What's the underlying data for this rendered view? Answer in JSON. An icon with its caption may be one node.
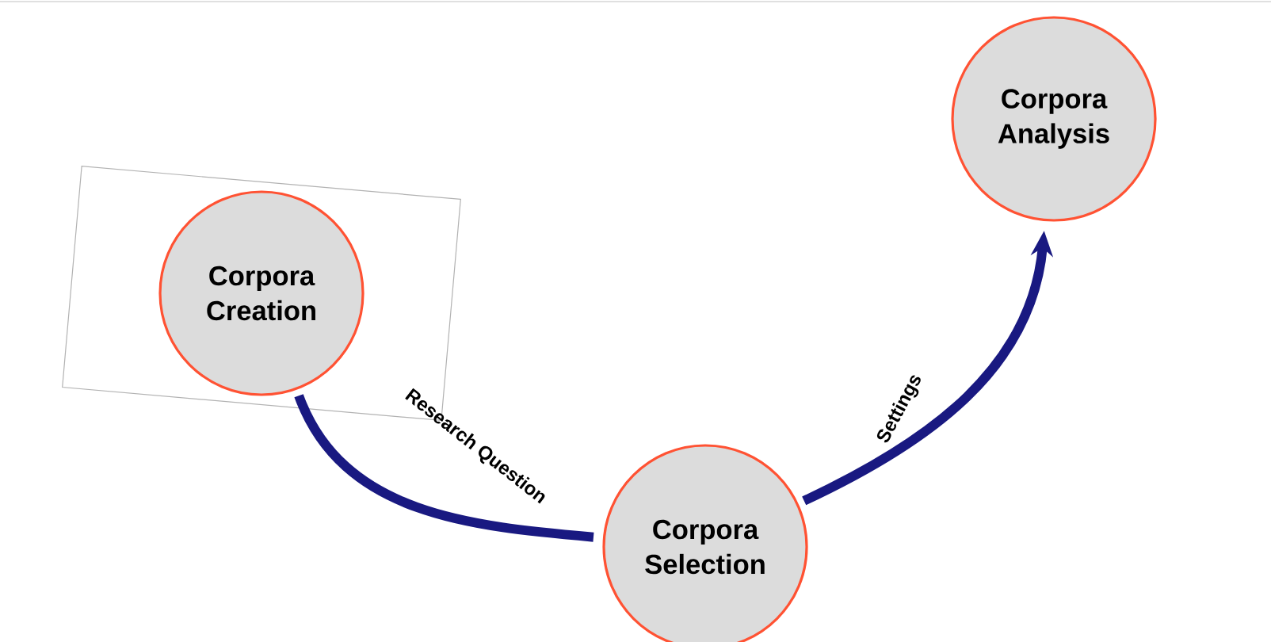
{
  "diagram": {
    "nodes": [
      {
        "text": [],
        "shape": "box"
      },
      {
        "text": [
          "Corpora Creation"
        ],
        "in": 0
      },
      {
        "text": [
          "Corpora Selection"
        ]
      },
      {
        "text": [
          "Corpora Analysis"
        ]
      }
    ],
    "edges": [
      {
        "from": 1,
        "to": 2,
        "arrow": "none",
        "label": "Research Question"
      },
      {
        "from": 2,
        "to": 3,
        "arrow": "to",
        "label": "Settings"
      }
    ]
  }
}
